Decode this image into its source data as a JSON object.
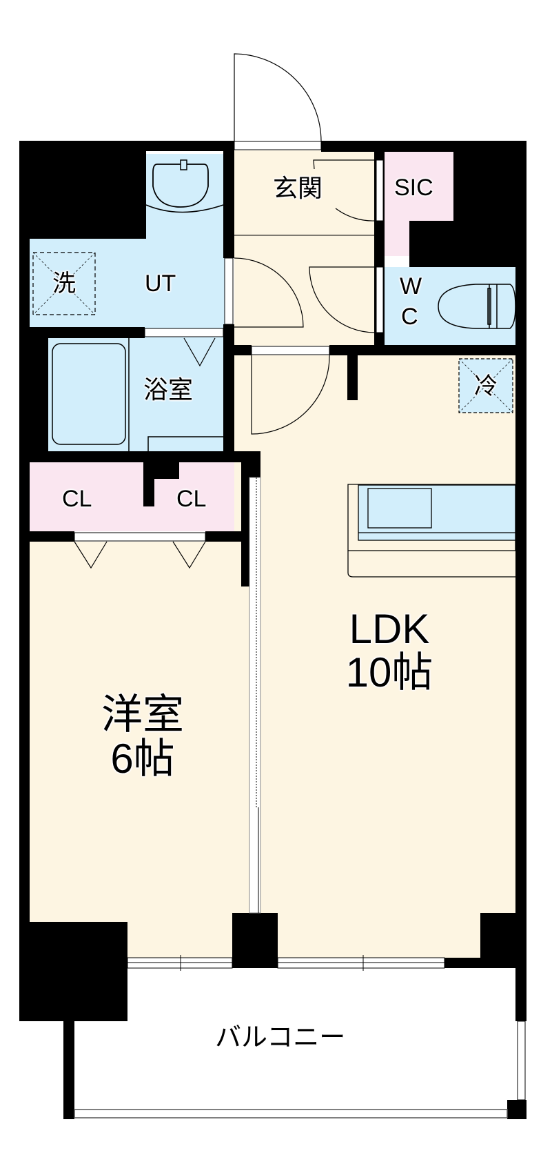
{
  "floor_plan": {
    "layout_type": "1LDK",
    "colors": {
      "wall": "#000000",
      "living_floor": "#fdf5e2",
      "wet_area": "#d2eefb",
      "storage": "#fae6f0",
      "exterior": "#ffffff"
    },
    "rooms": {
      "genkan": {
        "label": "玄関"
      },
      "sic": {
        "label": "SIC"
      },
      "ut": {
        "label": "UT"
      },
      "washer": {
        "label": "洗"
      },
      "wc": {
        "label_line1": "W",
        "label_line2": "C"
      },
      "bath": {
        "label": "浴室"
      },
      "closet_left": {
        "label": "CL"
      },
      "closet_right": {
        "label": "CL"
      },
      "fridge": {
        "label": "冷"
      },
      "ldk": {
        "label_line1": "LDK",
        "label_line2": "10帖"
      },
      "western_room": {
        "label_line1": "洋室",
        "label_line2": "6帖"
      },
      "balcony": {
        "label": "バルコニー"
      }
    }
  }
}
